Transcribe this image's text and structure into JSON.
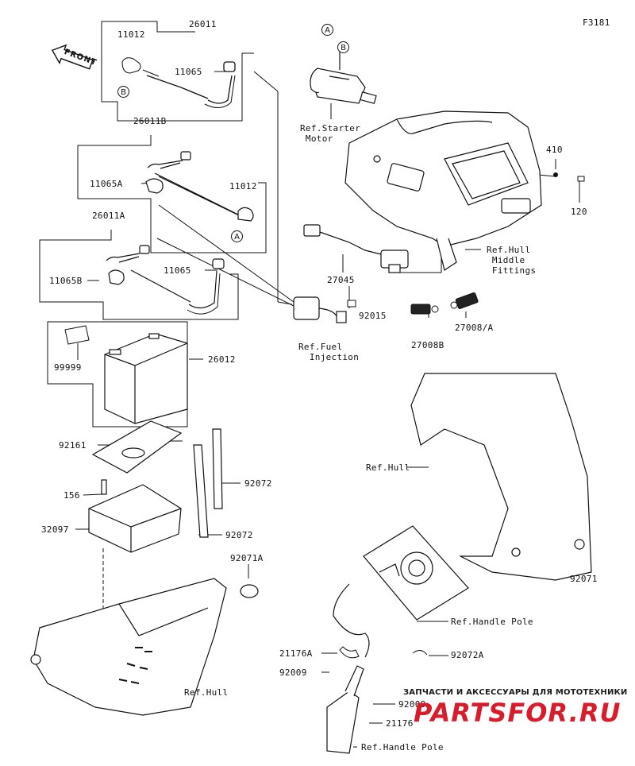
{
  "figure_code": "F3181",
  "front_label": "FRONT",
  "callouts": {
    "a": "A",
    "b": "B"
  },
  "parts": {
    "p11012_top": "11012",
    "p26011": "26011",
    "p11065_top": "11065",
    "p26011b": "26011B",
    "p11065a": "11065A",
    "p11012_mid": "11012",
    "p26011a": "26011A",
    "p11065b": "11065B",
    "p11065_mid": "11065",
    "p99999": "99999",
    "p26012": "26012",
    "p92161": "92161",
    "p156": "156",
    "p92072_a": "92072",
    "p32097": "32097",
    "p92072_b": "92072",
    "p92071a": "92071A",
    "p27045": "27045",
    "p92015": "92015",
    "p27008b": "27008B",
    "p27008a": "27008/A",
    "p410": "410",
    "p120": "120",
    "p92071": "92071",
    "p92072a": "92072A",
    "p21176a": "21176A",
    "p92009_a": "92009",
    "p92009_b": "92009",
    "p21176": "21176"
  },
  "refs": {
    "starter_motor": "Ref.Starter\n Motor",
    "hull_middle_fittings": "Ref.Hull\n Middle\n Fittings",
    "fuel_injection": "Ref.Fuel\n  Injection",
    "hull_right": "Ref.Hull",
    "handle_pole_mid": "Ref.Handle Pole",
    "hull_bottom": "Ref.Hull",
    "handle_pole_bottom": "Ref.Handle Pole"
  },
  "watermark": {
    "russian_text": "ЗАПЧАСТИ И АКСЕССУАРЫ ДЛЯ МОТОТЕХНИКИ",
    "brand": "PARTSFOR.RU"
  }
}
